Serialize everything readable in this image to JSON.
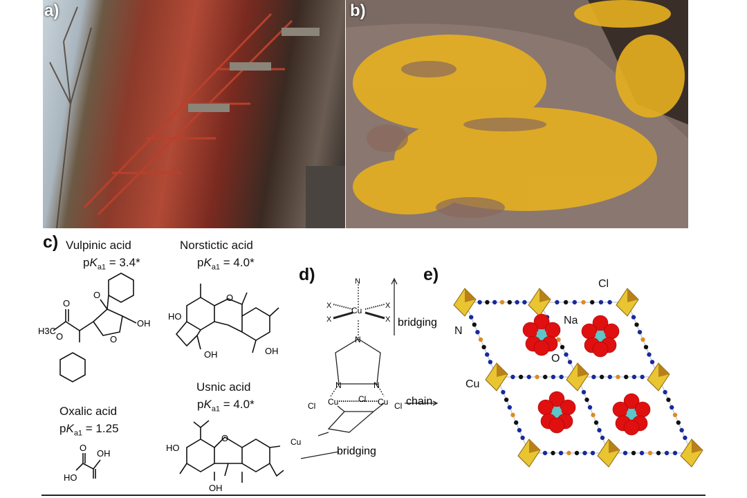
{
  "panels": {
    "a": {
      "label": "a)"
    },
    "b": {
      "label": "b)"
    },
    "c": {
      "label": "c)",
      "compounds": [
        {
          "name": "Vulpinic acid",
          "p": "p",
          "K": "K",
          "sub": "a1",
          "value": " = 3.4*",
          "atoms": {
            "methyl": "H3C",
            "o1": "O",
            "o2": "O",
            "o3": "O",
            "o4": "O",
            "oh": "OH"
          }
        },
        {
          "name": "Norstictic acid",
          "p": "p",
          "K": "K",
          "sub": "a1",
          "value": " = 4.0*",
          "atoms": {
            "ho": "HO",
            "o": "O",
            "oh1": "OH",
            "oh2": "OH"
          }
        },
        {
          "name": "Oxalic acid",
          "p": "p",
          "K": "K",
          "sub": "a1",
          "value": " = 1.25",
          "atoms": {
            "oh": "OH",
            "ho": "HO",
            "o": "O"
          }
        },
        {
          "name": "Usnic acid",
          "p": "p",
          "K": "K",
          "sub": "a1",
          "value": " = 4.0*",
          "atoms": {
            "ho": "HO",
            "oh": "OH",
            "o": "O"
          }
        }
      ]
    },
    "d": {
      "label": "d)",
      "atoms": {
        "cu": "Cu",
        "n": "N",
        "x": "X",
        "cl": "Cl"
      },
      "annotations": {
        "bridging_top": "bridging",
        "chain": "chain",
        "bridging_bottom": "bridging"
      }
    },
    "e": {
      "label": "e)",
      "atom_labels": {
        "cl": "Cl",
        "na": "Na",
        "n": "N",
        "o": "O",
        "cu": "Cu"
      },
      "colors": {
        "octahedron": "#e8c531",
        "oxygen": "#e01010",
        "sodium": "#5cc6c8",
        "nitrogen": "#1a2a9a",
        "carbon": "#111111",
        "copper_node": "#e08a20",
        "chlorine": "#7fe8d8"
      }
    }
  }
}
